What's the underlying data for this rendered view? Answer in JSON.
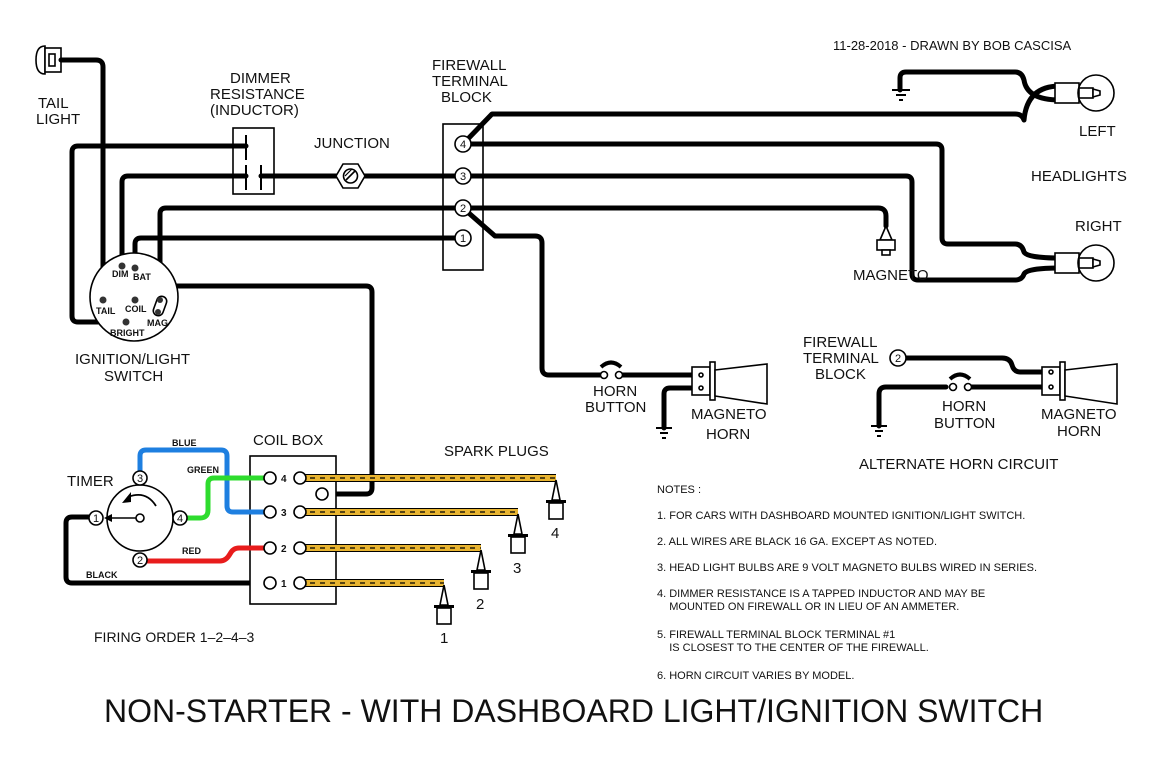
{
  "header": {
    "credit": "11-28-2018 - DRAWN BY BOB CASCISA"
  },
  "title": "NON-STARTER - WITH DASHBOARD LIGHT/IGNITION SWITCH",
  "components": {
    "tail_light": [
      "TAIL",
      "LIGHT"
    ],
    "dimmer": [
      "DIMMER",
      "RESISTANCE",
      "(INDUCTOR)"
    ],
    "junction": "JUNCTION",
    "firewall_block": [
      "FIREWALL",
      "TERMINAL",
      "BLOCK"
    ],
    "firewall_terminals": [
      "4",
      "3",
      "2",
      "1"
    ],
    "headlights": {
      "left": "LEFT",
      "group": "HEADLIGHTS",
      "right": "RIGHT"
    },
    "magneto": "MAGNETO",
    "ignition_switch": {
      "label": [
        "IGNITION/LIGHT",
        "SWITCH"
      ],
      "terminals": {
        "dim": "DIM",
        "bat": "BAT",
        "tail": "TAIL",
        "coil": "COIL",
        "mag": "MAG",
        "bright": "BRIGHT"
      }
    },
    "horn_button": [
      "HORN",
      "BUTTON"
    ],
    "magneto_horn": [
      "MAGNETO",
      "HORN"
    ],
    "alt_horn": {
      "firewall_block": [
        "FIREWALL",
        "TERMINAL",
        "BLOCK"
      ],
      "terminal": "2",
      "horn_button": [
        "HORN",
        "BUTTON"
      ],
      "magneto_horn": [
        "MAGNETO",
        "HORN"
      ],
      "caption": "ALTERNATE HORN CIRCUIT"
    },
    "timer": {
      "label": "TIMER",
      "terminals": [
        "1",
        "2",
        "3",
        "4"
      ]
    },
    "coil_box": {
      "label": "COIL BOX",
      "terminals": [
        "4",
        "3",
        "2",
        "1"
      ]
    },
    "wire_colors": {
      "blue": {
        "label": "BLUE",
        "hex": "#1e7fe0"
      },
      "green": {
        "label": "GREEN",
        "hex": "#2edc2e"
      },
      "red": {
        "label": "RED",
        "hex": "#e81c1c"
      },
      "black": {
        "label": "BLACK",
        "hex": "#000000"
      },
      "plug_wire": {
        "hex": "#e8b430"
      }
    },
    "spark_plugs": {
      "label": "SPARK PLUGS",
      "numbers": [
        "1",
        "2",
        "3",
        "4"
      ]
    },
    "firing_order": "FIRING ORDER 1–2–4–3"
  },
  "notes": {
    "heading": "NOTES :",
    "items": [
      [
        "1. FOR CARS WITH DASHBOARD MOUNTED IGNITION/LIGHT SWITCH."
      ],
      [
        "2. ALL WIRES ARE BLACK 16 GA. EXCEPT AS NOTED."
      ],
      [
        "3. HEAD LIGHT BULBS ARE 9 VOLT MAGNETO BULBS WIRED IN SERIES."
      ],
      [
        "4. DIMMER RESISTANCE IS A TAPPED INDUCTOR AND MAY BE",
        "    MOUNTED ON FIREWALL OR IN LIEU OF AN AMMETER."
      ],
      [
        "5. FIREWALL TERMINAL BLOCK TERMINAL #1",
        "    IS CLOSEST TO THE CENTER OF THE FIREWALL."
      ],
      [
        "6. HORN CIRCUIT VARIES BY MODEL."
      ]
    ]
  }
}
